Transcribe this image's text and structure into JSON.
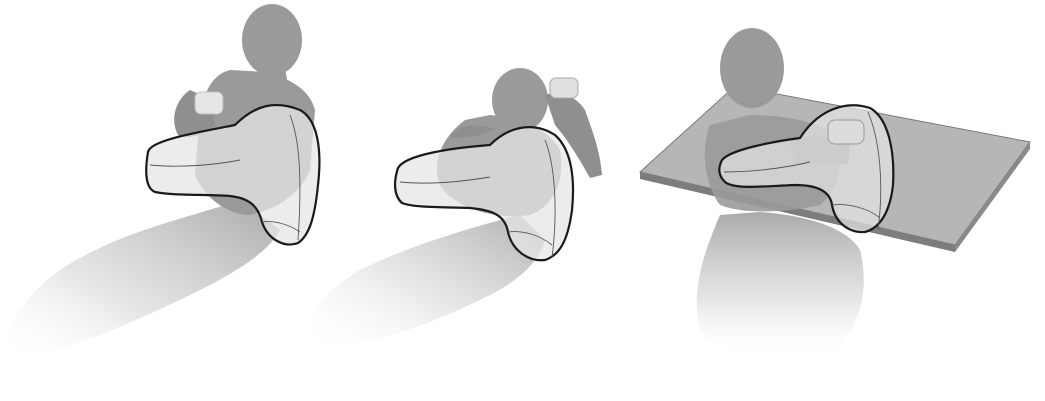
{
  "illustration": {
    "panels": [
      {
        "id": "panel-1",
        "scene": "reclining-with-pillow"
      },
      {
        "id": "panel-2",
        "scene": "prone-with-pillow"
      },
      {
        "id": "panel-3",
        "scene": "pillow-on-desk"
      }
    ]
  },
  "colors": {
    "background": "#ffffff",
    "figure": "#9a9a9a",
    "figure_dark": "#8c8c8c",
    "pillow_fill": "#e8e8e8",
    "pillow_outline": "#1a1a1a",
    "controller": "#d8d8d8",
    "desk_top": "#a8a8a8",
    "desk_edge": "#7a7a7a"
  }
}
